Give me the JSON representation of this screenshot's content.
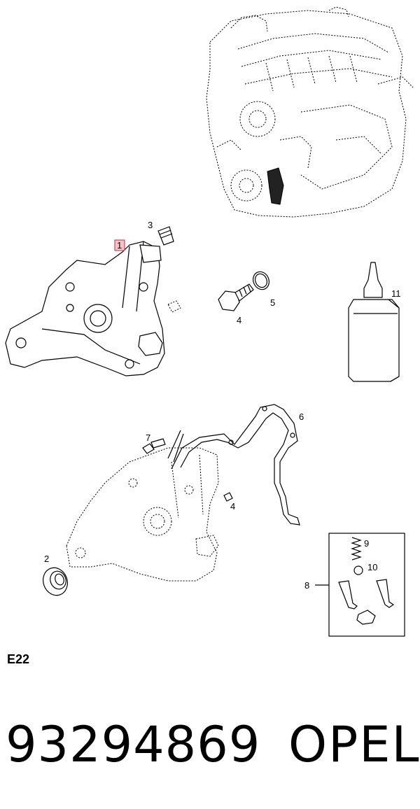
{
  "diagram": {
    "callouts": {
      "c1": "1",
      "c2": "2",
      "c3": "3",
      "c4a": "4",
      "c4b": "4",
      "c5": "5",
      "c6": "6",
      "c7": "7",
      "c8": "8",
      "c9": "9",
      "c10": "10",
      "c11": "11"
    },
    "highlight_color": "#f6c4c8"
  },
  "footer": {
    "code": "E22",
    "part_number": "93294869",
    "brand": "OPEL"
  }
}
